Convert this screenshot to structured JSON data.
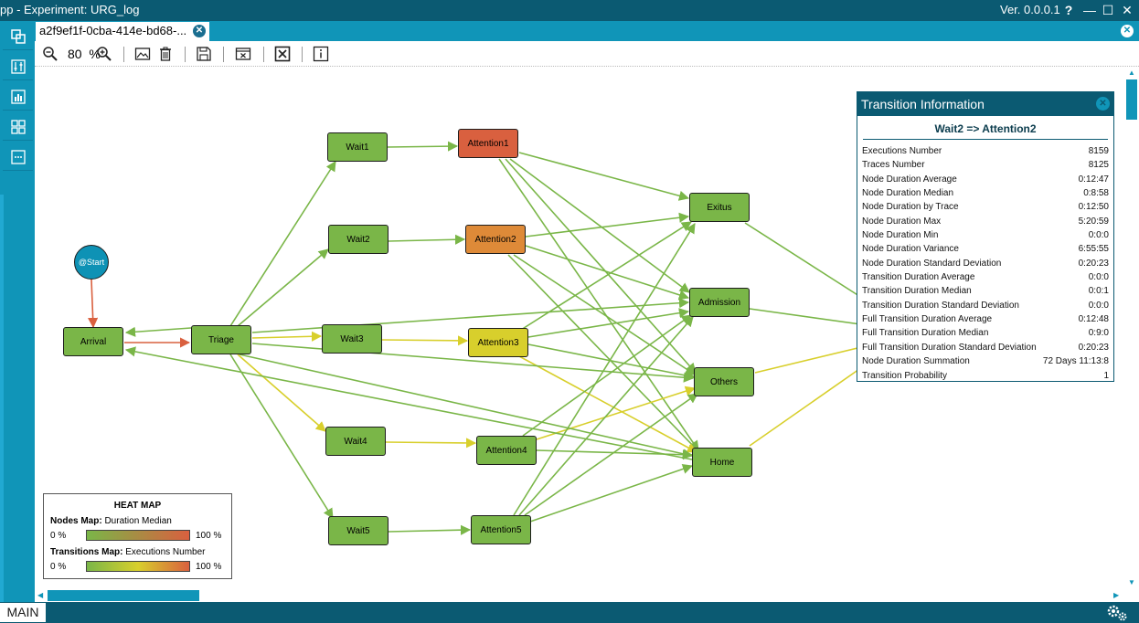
{
  "window": {
    "title": "pp  -  Experiment: URG_log",
    "version": "Ver. 0.0.0.1",
    "help_glyph": "?",
    "minimize_glyph": "—",
    "maximize_glyph": "☐",
    "close_glyph": "✕"
  },
  "tab": {
    "label": "a2f9ef1f-0cba-414e-bd68-...",
    "close_glyph": "✕"
  },
  "toolbar": {
    "zoom_value": "80",
    "zoom_unit": "%"
  },
  "graph": {
    "start_label": "@Start",
    "nodes": {
      "arrival": "Arrival",
      "triage": "Triage",
      "wait1": "Wait1",
      "wait2": "Wait2",
      "wait3": "Wait3",
      "wait4": "Wait4",
      "wait5": "Wait5",
      "attention1": "Attention1",
      "attention2": "Attention2",
      "attention3": "Attention3",
      "attention4": "Attention4",
      "attention5": "Attention5",
      "exitus": "Exitus",
      "admission": "Admission",
      "others": "Others",
      "home": "Home"
    },
    "node_colors": {
      "green": "#7ab648",
      "red": "#d9603f",
      "orange": "#de8a38",
      "yellow": "#d8cf2c",
      "start": "#0e92b5"
    },
    "edge_colors": {
      "green": "#7ab648",
      "yellow": "#d8cf2c",
      "red": "#d9603f"
    }
  },
  "heatmap": {
    "title": "HEAT MAP",
    "nodes_label": "Nodes Map:",
    "nodes_value": "Duration Median",
    "transitions_label": "Transitions Map:",
    "transitions_value": "Executions Number",
    "min_label": "0 %",
    "max_label": "100 %",
    "nodes_gradient": [
      "#7ab648",
      "#d9603f"
    ],
    "transitions_gradient": [
      "#7ab648",
      "#d8cf2c",
      "#d9603f"
    ]
  },
  "info_panel": {
    "header": "Transition Information",
    "subtitle": "Wait2 => Attention2",
    "rows": [
      {
        "key": "Executions Number",
        "value": "8159"
      },
      {
        "key": "Traces Number",
        "value": "8125"
      },
      {
        "key": "Node Duration Average",
        "value": "0:12:47"
      },
      {
        "key": "Node Duration Median",
        "value": "0:8:58"
      },
      {
        "key": "Node Duration by Trace",
        "value": "0:12:50"
      },
      {
        "key": "Node Duration Max",
        "value": "5:20:59"
      },
      {
        "key": "Node Duration Min",
        "value": "0:0:0"
      },
      {
        "key": "Node Duration Variance",
        "value": "6:55:55"
      },
      {
        "key": "Node Duration Standard Deviation",
        "value": "0:20:23"
      },
      {
        "key": "Transition Duration Average",
        "value": "0:0:0"
      },
      {
        "key": "Transition Duration Median",
        "value": "0:0:1"
      },
      {
        "key": "Transition Duration Standard Deviation",
        "value": "0:0:0"
      },
      {
        "key": "Full Transition Duration Average",
        "value": "0:12:48"
      },
      {
        "key": "Full Transition Duration Median",
        "value": "0:9:0"
      },
      {
        "key": "Full Transition Duration Standard Deviation",
        "value": "0:20:23"
      },
      {
        "key": "Node Duration Summation",
        "value": "72 Days 11:13:8"
      },
      {
        "key": "Transition Probability",
        "value": "1"
      }
    ]
  },
  "statusbar": {
    "main_label": "MAIN"
  },
  "accent": "#1095b8",
  "dark": "#0b5a72"
}
